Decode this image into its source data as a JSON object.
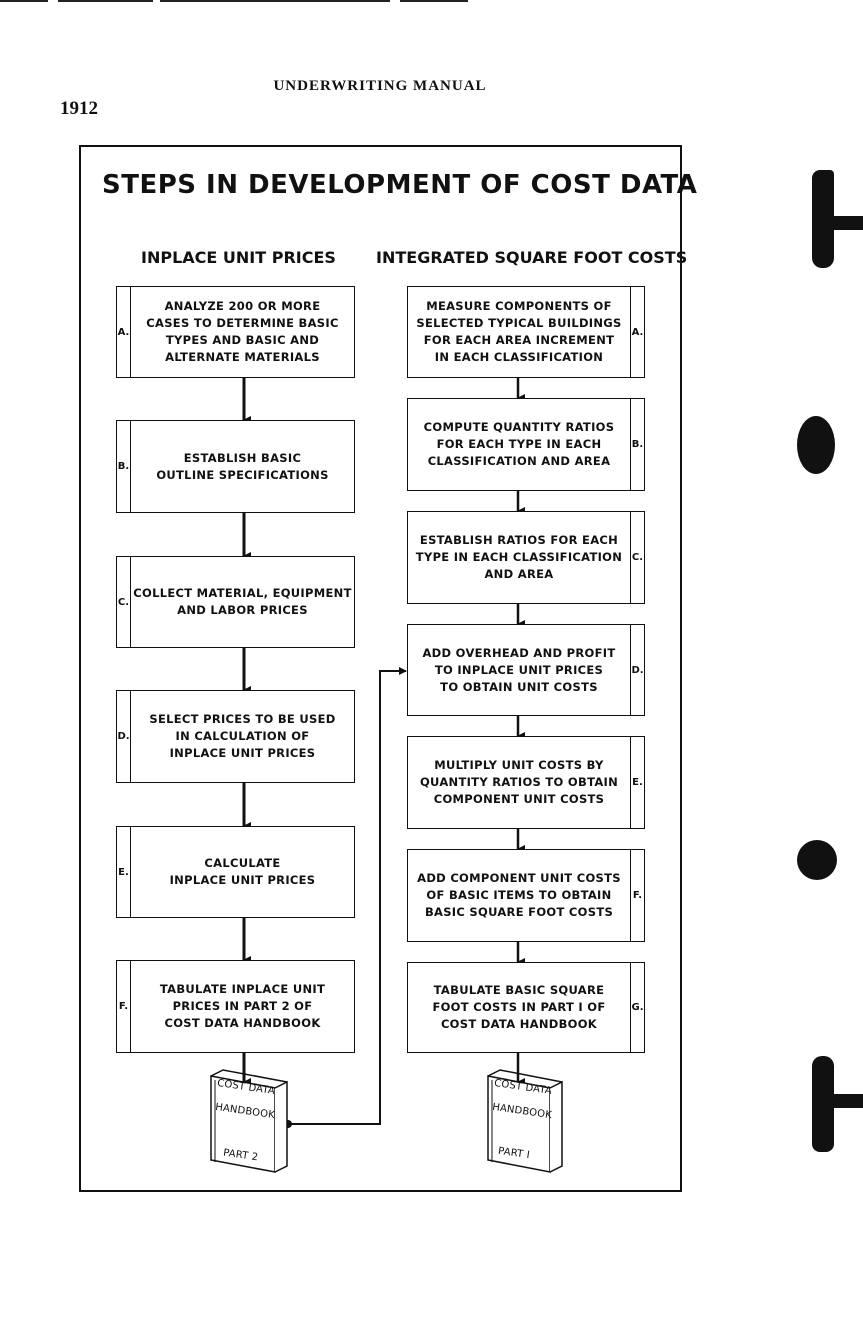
{
  "page": {
    "header": "UNDERWRITING MANUAL",
    "number": "1912"
  },
  "diagram": {
    "title": "STEPS IN DEVELOPMENT OF COST DATA",
    "left_column": {
      "title": "INPLACE UNIT PRICES",
      "steps": [
        {
          "letter": "A.",
          "text": "ANALYZE 200 OR MORE\nCASES TO DETERMINE BASIC\nTYPES AND BASIC AND\nALTERNATE MATERIALS"
        },
        {
          "letter": "B.",
          "text": "ESTABLISH BASIC\nOUTLINE SPECIFICATIONS"
        },
        {
          "letter": "C.",
          "text": "COLLECT MATERIAL, EQUIPMENT\nAND LABOR PRICES"
        },
        {
          "letter": "D.",
          "text": "SELECT PRICES TO BE USED\nIN CALCULATION OF\nINPLACE UNIT PRICES"
        },
        {
          "letter": "E.",
          "text": "CALCULATE\nINPLACE UNIT PRICES"
        },
        {
          "letter": "F.",
          "text": "TABULATE INPLACE UNIT\nPRICES IN PART 2 OF\nCOST DATA HANDBOOK"
        }
      ],
      "book": {
        "line1": "COST DATA",
        "line2": "HANDBOOK",
        "line3": "PART 2"
      }
    },
    "right_column": {
      "title": "INTEGRATED SQUARE FOOT COSTS",
      "steps": [
        {
          "letter": "A.",
          "text": "MEASURE COMPONENTS OF\nSELECTED TYPICAL BUILDINGS\nFOR EACH AREA INCREMENT\nIN EACH CLASSIFICATION"
        },
        {
          "letter": "B.",
          "text": "COMPUTE QUANTITY RATIOS\nFOR EACH TYPE IN EACH\nCLASSIFICATION AND AREA"
        },
        {
          "letter": "C.",
          "text": "ESTABLISH RATIOS FOR EACH\nTYPE IN EACH CLASSIFICATION\nAND AREA"
        },
        {
          "letter": "D.",
          "text": "ADD OVERHEAD AND PROFIT\nTO INPLACE UNIT PRICES\nTO OBTAIN UNIT COSTS"
        },
        {
          "letter": "E.",
          "text": "MULTIPLY UNIT COSTS BY\nQUANTITY RATIOS TO OBTAIN\nCOMPONENT UNIT COSTS"
        },
        {
          "letter": "F.",
          "text": "ADD COMPONENT UNIT COSTS\nOF BASIC ITEMS TO OBTAIN\nBASIC SQUARE FOOT COSTS"
        },
        {
          "letter": "G.",
          "text": "TABULATE BASIC SQUARE\nFOOT COSTS IN PART I OF\nCOST DATA HANDBOOK"
        }
      ],
      "book": {
        "line1": "COST DATA",
        "line2": "HANDBOOK",
        "line3": "PART I"
      }
    }
  }
}
